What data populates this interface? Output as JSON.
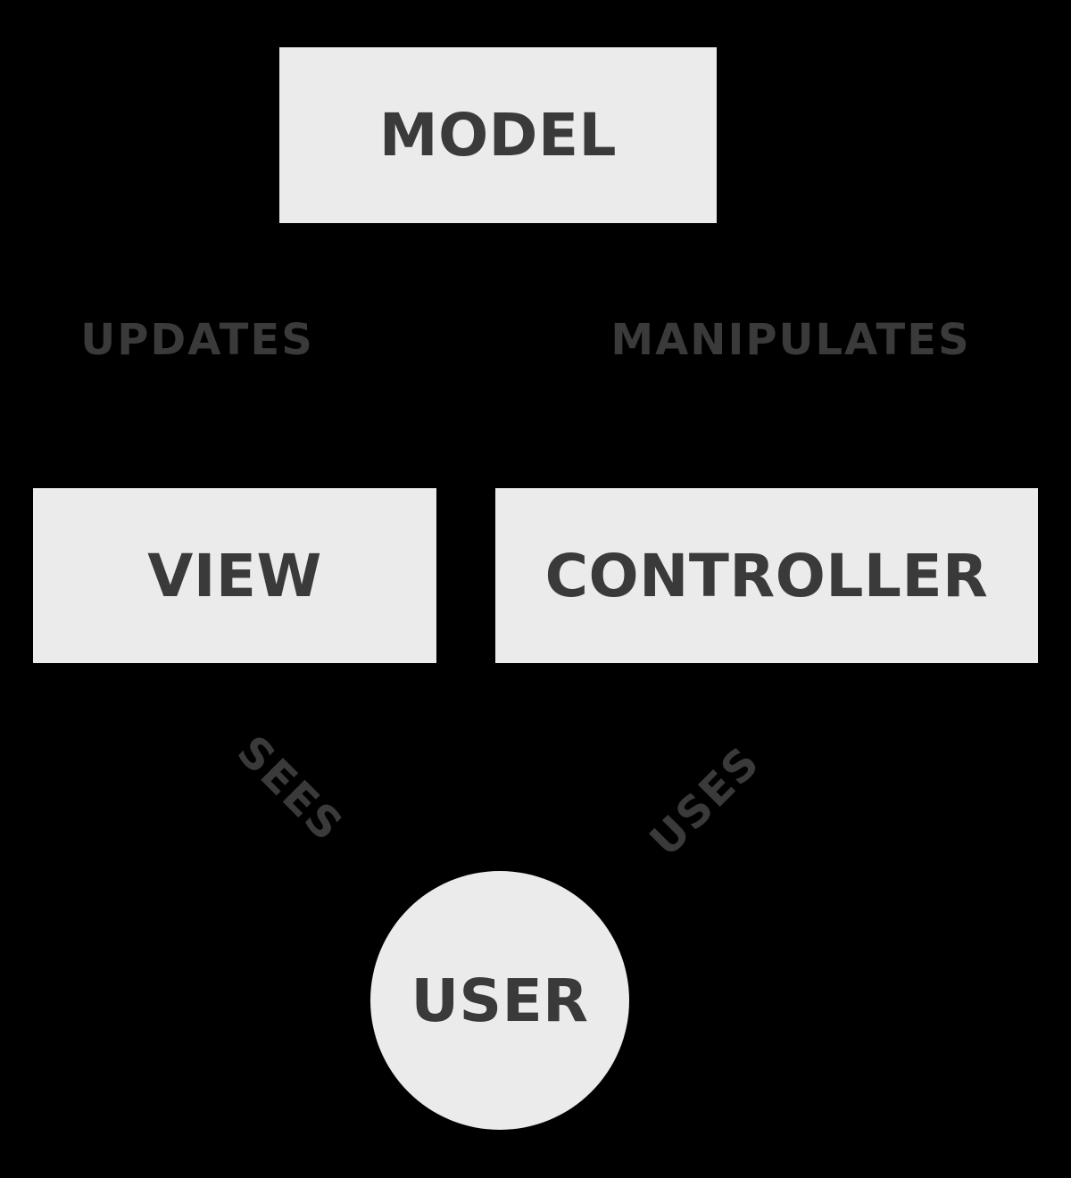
{
  "diagram": {
    "type": "mvc-architecture",
    "nodes": {
      "model": {
        "label": "MODEL",
        "shape": "rectangle"
      },
      "view": {
        "label": "VIEW",
        "shape": "rectangle"
      },
      "controller": {
        "label": "CONTROLLER",
        "shape": "rectangle"
      },
      "user": {
        "label": "USER",
        "shape": "circle"
      }
    },
    "relationships": {
      "updates": {
        "label": "UPDATES",
        "from": "model",
        "to": "view"
      },
      "manipulates": {
        "label": "MANIPULATES",
        "from": "controller",
        "to": "model"
      },
      "sees": {
        "label": "SEES",
        "from": "user",
        "to": "view"
      },
      "uses": {
        "label": "USES",
        "from": "user",
        "to": "controller"
      }
    },
    "colors": {
      "background": "#000000",
      "node_fill": "#ebebeb",
      "text": "#3a3a3a"
    }
  }
}
